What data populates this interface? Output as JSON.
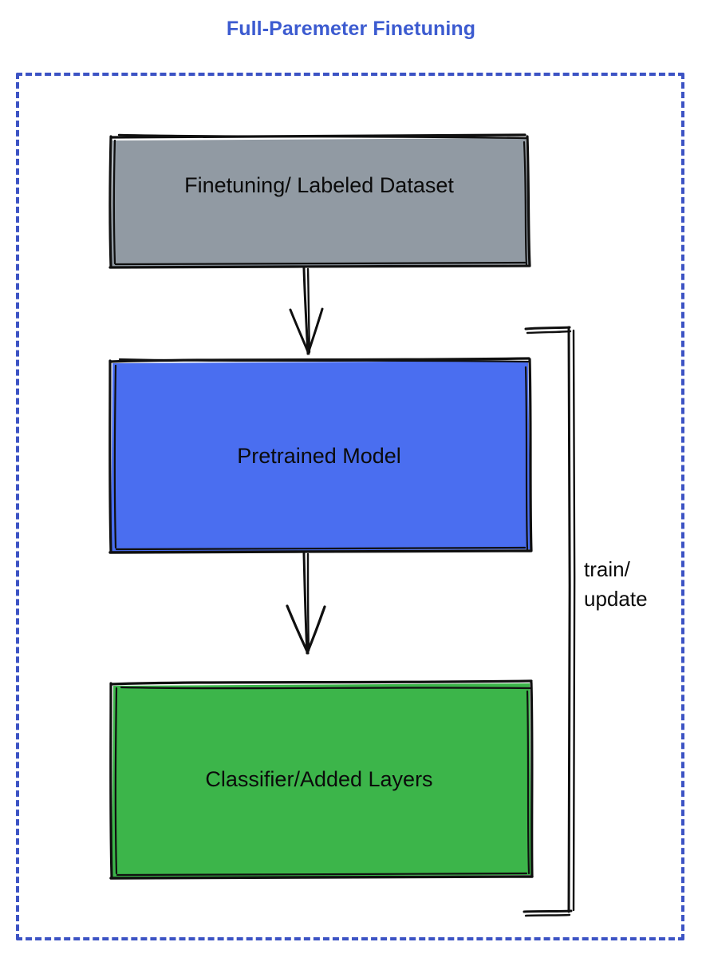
{
  "title": "Full-Paremeter Finetuning",
  "theme": {
    "title_color": "#3c5bd0",
    "frame_color": "#3c53c4",
    "background": "#ffffff",
    "stroke_color": "#101010",
    "text_color": "#0b0b0b"
  },
  "frame": {
    "name": "full-parameter-finetuning-group",
    "style": "dashed"
  },
  "nodes": [
    {
      "id": "dataset",
      "label": "Finetuning/ Labeled Dataset",
      "fill": "#919aa3",
      "shape": "rectangle"
    },
    {
      "id": "pretrained",
      "label": "Pretrained Model",
      "fill": "#4a6ef0",
      "shape": "rectangle"
    },
    {
      "id": "classifier",
      "label": "Classifier/Added Layers",
      "fill": "#3cb54a",
      "shape": "rectangle"
    }
  ],
  "edges": [
    {
      "id": "dataset-to-pretrained",
      "from": "dataset",
      "to": "pretrained",
      "label": "",
      "arrow": "down"
    },
    {
      "id": "pretrained-to-classifier",
      "from": "pretrained",
      "to": "classifier",
      "label": "",
      "arrow": "down"
    },
    {
      "id": "feedback-loop",
      "from": "pretrained",
      "to": "classifier",
      "label": "train/\nupdate",
      "arrow": "none"
    }
  ],
  "loop_label": "train/\nupdate"
}
